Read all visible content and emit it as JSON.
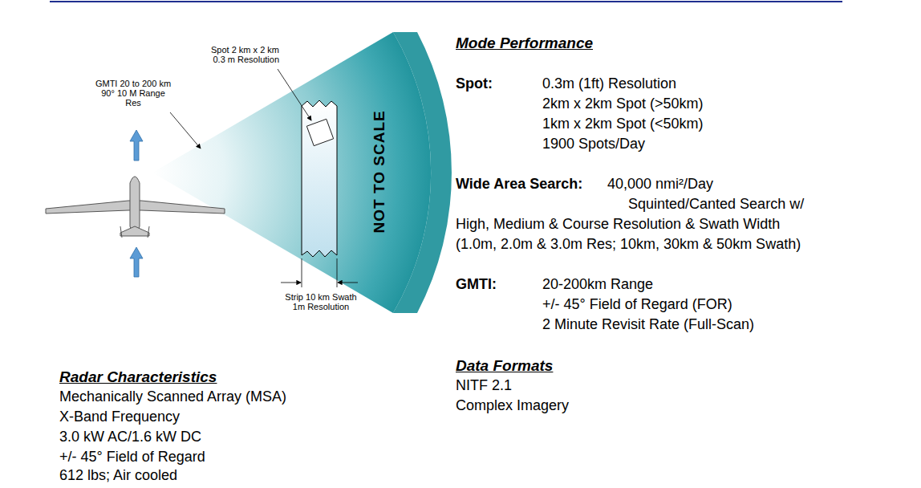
{
  "diagram": {
    "labels": [
      "Spot 2 km x 2 km 0.3 m Resolution",
      "GMTI 20 to 200 km 90° 10 M Range Res",
      "NOT TO SCALE",
      "Strip 10 km Swath 1m Resolution",
      "Mode Performance",
      "Spot:",
      "0.3m (1ft) Resolution",
      "2km x 2km Spot (>50km)",
      "1km x 2km Spot (<50km)",
      "1900 Spots/Day",
      "Wide Area Search:",
      "40,000 nmi²/Day",
      "Squinted/Canted Search w/",
      "High, Medium & Course Resolution & Swath Width",
      "(1.0m, 2.0m & 3.0m Res; 10km, 30km & 50km Swath)",
      "GMTI:",
      "20-200km Range",
      "+/- 45° Field of Regard (FOR)",
      "2 Minute Revisit Rate (Full-Scan)",
      "Data Formats",
      "NITF 2.1",
      "Complex Imagery",
      "Radar Characteristics",
      "Mechanically Scanned Array (MSA)",
      "X-Band Frequency",
      "3.0 kW AC/1.6 kW DC",
      "+/- 45° Field of Regard",
      "612 lbs; Air cooled"
    ]
  }
}
